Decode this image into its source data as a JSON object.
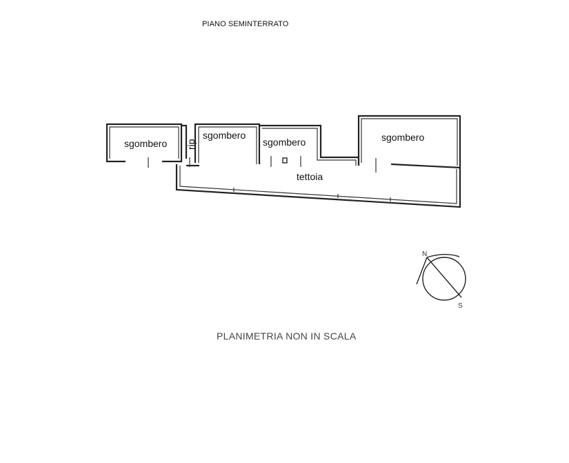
{
  "header": {
    "title": "PIANO SEMINTERRATO"
  },
  "plan": {
    "rooms": [
      {
        "id": "room-1",
        "label": "sgombero"
      },
      {
        "id": "room-2",
        "label": "sgombero"
      },
      {
        "id": "room-3",
        "label": "sgombero"
      },
      {
        "id": "room-4",
        "label": "sgombero"
      }
    ],
    "landing_label": "rip",
    "canopy_label": "tettoia"
  },
  "compass": {
    "north_label": "N",
    "south_label": "S"
  },
  "footer": {
    "note": "PLANIMETRIA NON IN SCALA"
  }
}
